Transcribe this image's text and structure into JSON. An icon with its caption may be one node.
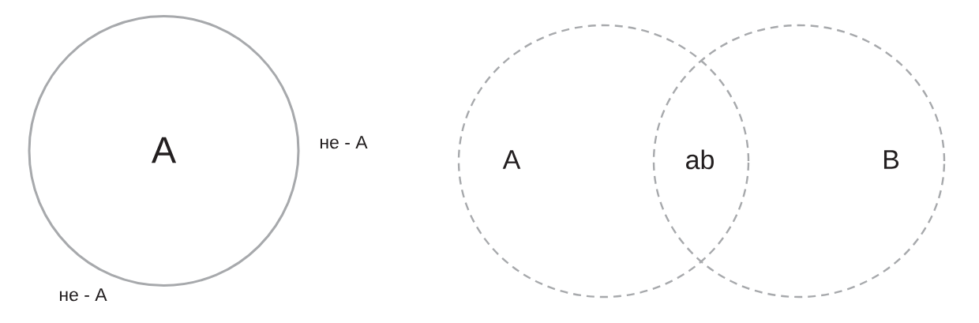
{
  "diagram": {
    "nodes": [
      {
        "text": [
          "A"
        ],
        "beside": [
          "не - A",
          "не - A"
        ]
      },
      {
        "text": [
          "A"
        ]
      },
      {
        "text": [
          "B"
        ]
      }
    ],
    "labels": [
      "ab"
    ]
  }
}
